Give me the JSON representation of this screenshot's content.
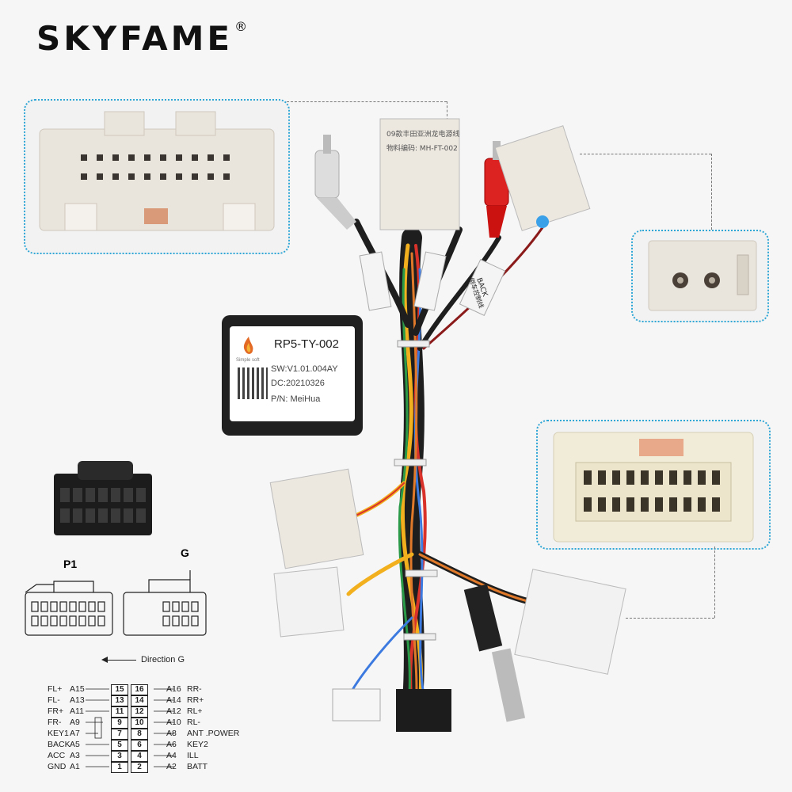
{
  "brand": {
    "name": "SKYFAME",
    "mark": "®"
  },
  "module": {
    "part_number": "RP5-TY-002",
    "software": "SW:V1.01.004AY",
    "date_code": "DC:20210326",
    "pn": "P/N: MeiHua",
    "maker": "Simple soft"
  },
  "harness_tags": {
    "main": "09款丰田亚洲龙电源线",
    "material": "物料编码: MH-FT-002",
    "back": "BACK",
    "back_cn": "倒车控制线"
  },
  "connectors": {
    "p1": "P1",
    "g": "G",
    "direction": "Direction G"
  },
  "pinout": {
    "left": [
      {
        "label": "FL+",
        "pin": "A15",
        "num": "15"
      },
      {
        "label": "FL-",
        "pin": "A13",
        "num": "13"
      },
      {
        "label": "FR+",
        "pin": "A11",
        "num": "11"
      },
      {
        "label": "FR-",
        "pin": "A9",
        "num": "9"
      },
      {
        "label": "KEY1",
        "pin": "A7",
        "num": "7"
      },
      {
        "label": "BACK",
        "pin": "A5",
        "num": "5"
      },
      {
        "label": "ACC",
        "pin": "A3",
        "num": "3"
      },
      {
        "label": "GND",
        "pin": "A1",
        "num": "1"
      }
    ],
    "right": [
      {
        "label": "RR-",
        "pin": "A16",
        "num": "16"
      },
      {
        "label": "RR+",
        "pin": "A14",
        "num": "14"
      },
      {
        "label": "RL+",
        "pin": "A12",
        "num": "12"
      },
      {
        "label": "RL-",
        "pin": "A10",
        "num": "10"
      },
      {
        "label": "ANT .POWER",
        "pin": "A8",
        "num": "8"
      },
      {
        "label": "KEY2",
        "pin": "A6",
        "num": "6"
      },
      {
        "label": "ILL",
        "pin": "A4",
        "num": "4"
      },
      {
        "label": "BATT",
        "pin": "A2",
        "num": "2"
      }
    ]
  },
  "colors": {
    "callout_border": "#2fa7d6",
    "connector_white": "#e9e4dc",
    "connector_black": "#1c1c1c"
  }
}
